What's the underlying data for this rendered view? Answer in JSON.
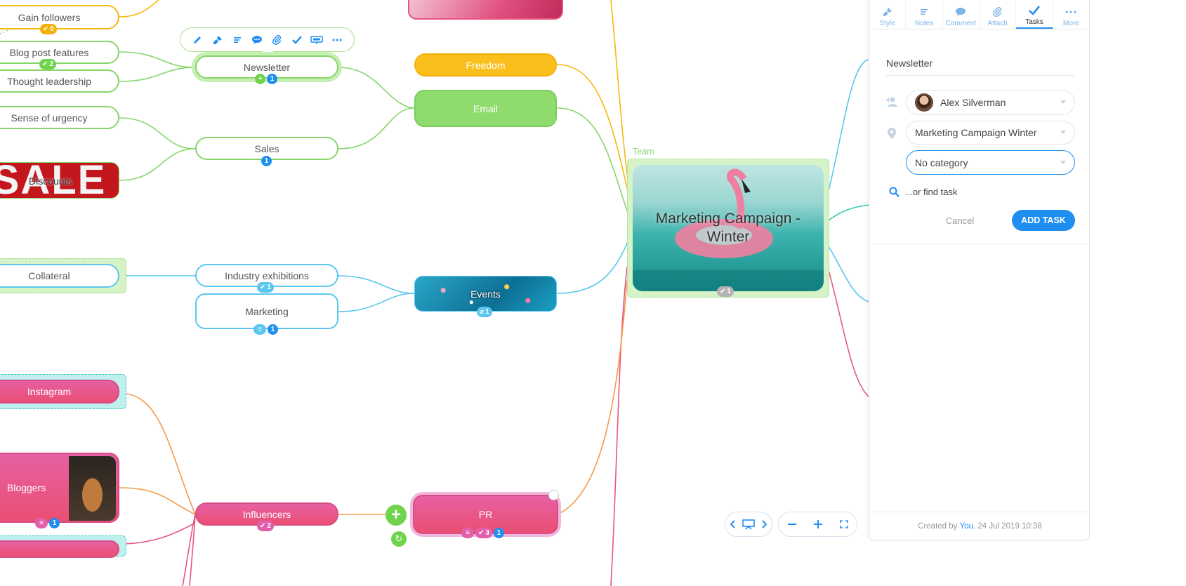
{
  "mindmap": {
    "central": {
      "title": "Marketing Campaign - Winter",
      "group_label": "Team",
      "badge_count": "1"
    },
    "nodes": {
      "gain_followers": {
        "label": "Gain followers",
        "badge": "0"
      },
      "blog_post_features": {
        "label": "Blog post features",
        "badge": "2"
      },
      "thought_leadership": {
        "label": "Thought leadership"
      },
      "newsletter": {
        "label": "Newsletter",
        "badge": "1"
      },
      "sense_of_urgency": {
        "label": "Sense of urgency"
      },
      "sales": {
        "label": "Sales",
        "badge": "1"
      },
      "discounts": {
        "label": "Discounts",
        "image_text": "SALE"
      },
      "collateral": {
        "label": "Collateral"
      },
      "industry_exhibitions": {
        "label": "Industry exhibitions",
        "badge": "1"
      },
      "marketing": {
        "label": "Marketing",
        "badge": "1"
      },
      "freedom": {
        "label": "Freedom"
      },
      "email": {
        "label": "Email"
      },
      "events": {
        "label": "Events",
        "badge": "1"
      },
      "instagram": {
        "label": "Instagram"
      },
      "bloggers": {
        "label": "Bloggers",
        "badge": "1"
      },
      "influencers": {
        "label": "Influencers",
        "badge": "2"
      },
      "pr": {
        "label": "PR",
        "badge_tasks": "3",
        "badge_count": "1"
      }
    },
    "toolbar_icons": [
      "pencil-icon",
      "brush-icon",
      "notes-icon",
      "comment-icon",
      "attach-icon",
      "check-icon",
      "present-icon",
      "more-icon"
    ]
  },
  "controls": {
    "presentation": [
      "chevron-left-icon",
      "presentation-icon",
      "chevron-right-icon"
    ],
    "zoom": [
      "zoom-out-icon",
      "zoom-in-icon",
      "fullscreen-icon"
    ]
  },
  "panel": {
    "tabs": [
      {
        "label": "Style",
        "icon": "brush-icon"
      },
      {
        "label": "Notes",
        "icon": "notes-icon"
      },
      {
        "label": "Comment",
        "icon": "comment-icon"
      },
      {
        "label": "Attach",
        "icon": "attach-icon"
      },
      {
        "label": "Tasks",
        "icon": "check-icon",
        "active": true
      },
      {
        "label": "More",
        "icon": "more-icon"
      }
    ],
    "task_title": "Newsletter",
    "assignee": "Alex Silverman",
    "project": "Marketing Campaign Winter",
    "category": "No category",
    "find_task": "...or find task",
    "cancel": "Cancel",
    "add_task": "ADD TASK",
    "footer": {
      "prefix": "Created by ",
      "author": "You",
      "date": ", 24 Jul 2019 10:38"
    }
  },
  "colors": {
    "accent": "#1f8ef1",
    "green_branch": "#86d66b",
    "blue_branch": "#5bc6ef",
    "yellow_branch": "#f5b90e",
    "pink_branch": "#e8557e",
    "orange_branch": "#f59a4a"
  }
}
